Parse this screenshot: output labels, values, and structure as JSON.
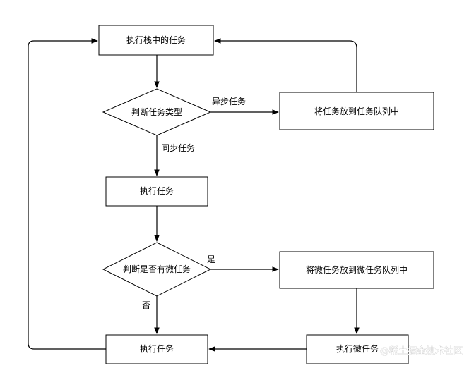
{
  "nodes": {
    "exec_stack_task": "执行栈中的任务",
    "judge_task_type": "判断任务类型",
    "put_into_task_queue": "将任务放到任务队列中",
    "execute_task_1": "执行任务",
    "judge_has_microtask": "判断是否有微任务",
    "put_into_microtask_queue": "将微任务放到微任务队列中",
    "execute_task_2": "执行任务",
    "execute_microtask": "执行微任务"
  },
  "edge_labels": {
    "async_task": "异步任务",
    "sync_task": "同步任务",
    "yes": "是",
    "no": "否"
  },
  "watermark": "@稀土掘金技术社区"
}
